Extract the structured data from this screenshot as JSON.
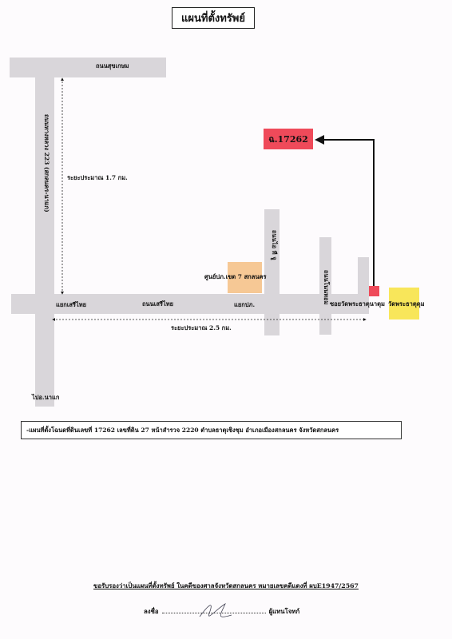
{
  "title": "แผนที่ตั้งทรัพย์",
  "parcel": {
    "label": "ฉ.17262",
    "color": "#ef4a5a"
  },
  "roads": {
    "top": "ถนนสุขเกษม",
    "left_vertical": "ถนนทางหลวง 223 (สกลนคร-นาแก)",
    "main": "ถนนเสรีไทย",
    "soi_pk": "ถนนไอ ที จู",
    "soi_kamin": "ถนนโนนหอม",
    "soi_wat": "ซอยวัดพระธาตุนาตุม",
    "to_nakae": "ไปอ.นาแก"
  },
  "landmarks": {
    "seven_eleven": "ศูนย์ปภ.เขต 7 สกลนคร",
    "wat": "วัดพระธาตุดุม",
    "junction_left": "แยกเสรีไทย",
    "junction_pk": "แยกปภ."
  },
  "distances": {
    "vertical": "ระยะประมาณ 1.7 กม.",
    "horizontal": "ระยะประมาณ 2.5 กม."
  },
  "description": "-แผนที่ตั้งโฉนดที่ดินเลขที่  17262  เลขที่ดิน  27  หน้าสำรวจ  2220 ตำบลธาตุเชิงชุม  อำเภอเมืองสกลนคร  จังหวัดสกลนคร",
  "certification": "ขอรับรองว่าเป็นแผนที่ตั้งทรัพย์  ในคดีของศาลจังหวัดสกลนคร  หมายเลขคดีแดงที่  ผบE1947/2567",
  "signature": {
    "prefix": "ลงชื่อ",
    "suffix": "ผู้แทนโจทก์"
  },
  "colors": {
    "road": "#d9d6da",
    "orange_box": "#f6c895",
    "yellow_box": "#f8e65a"
  }
}
